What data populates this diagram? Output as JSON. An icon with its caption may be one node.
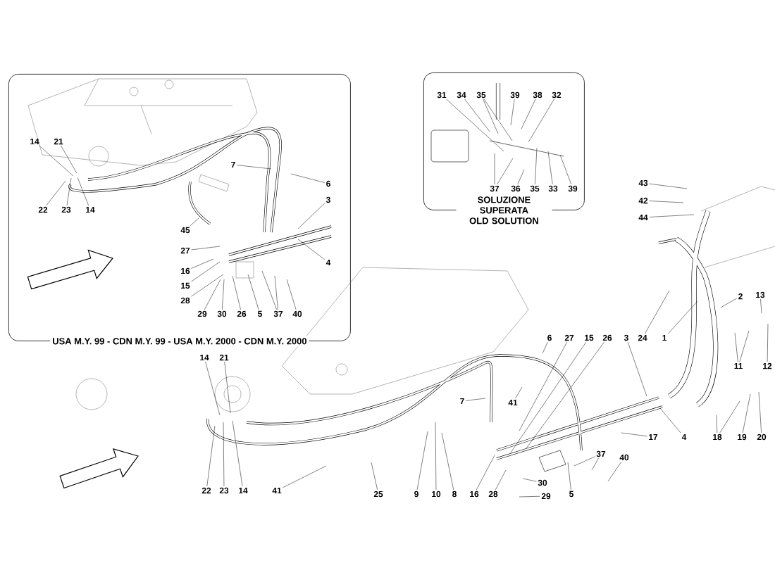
{
  "diagram": {
    "nodes": [
      {
        "text": [
          "USA M.Y. 99 - CDN M.Y. 99 - USA M.Y. 2000 - CDN M.Y. 2000"
        ]
      },
      {
        "text": [
          "14"
        ],
        "in": 0
      },
      {
        "text": [
          "21"
        ],
        "in": 0
      },
      {
        "text": [
          "22"
        ],
        "in": 0
      },
      {
        "text": [
          "23"
        ],
        "in": 0
      },
      {
        "text": [
          "14"
        ],
        "in": 0
      },
      {
        "text": [
          "7"
        ],
        "in": 0
      },
      {
        "text": [
          "6"
        ],
        "in": 0
      },
      {
        "text": [
          "3"
        ],
        "in": 0
      },
      {
        "text": [
          "4"
        ],
        "in": 0
      },
      {
        "text": [
          "45"
        ],
        "in": 0
      },
      {
        "text": [
          "27"
        ],
        "in": 0
      },
      {
        "text": [
          "16"
        ],
        "in": 0
      },
      {
        "text": [
          "15"
        ],
        "in": 0
      },
      {
        "text": [
          "28"
        ],
        "in": 0
      },
      {
        "text": [
          "29"
        ],
        "in": 0
      },
      {
        "text": [
          "30"
        ],
        "in": 0
      },
      {
        "text": [
          "26"
        ],
        "in": 0
      },
      {
        "text": [
          "5"
        ],
        "in": 0
      },
      {
        "text": [
          "37"
        ],
        "in": 0
      },
      {
        "text": [
          "40"
        ],
        "in": 0
      },
      {
        "text": [
          "SOLUZIONE SUPERATA OLD SOLUTION"
        ]
      },
      {
        "text": [
          "31"
        ],
        "in": 21
      },
      {
        "text": [
          "34"
        ],
        "in": 21
      },
      {
        "text": [
          "35"
        ],
        "in": 21
      },
      {
        "text": [
          "39"
        ],
        "in": 21
      },
      {
        "text": [
          "38"
        ],
        "in": 21
      },
      {
        "text": [
          "32"
        ],
        "in": 21
      },
      {
        "text": [
          "37"
        ],
        "in": 21
      },
      {
        "text": [
          "36"
        ],
        "in": 21
      },
      {
        "text": [
          "35"
        ],
        "in": 21
      },
      {
        "text": [
          "33"
        ],
        "in": 21
      },
      {
        "text": [
          "39"
        ],
        "in": 21
      },
      {
        "text": [
          "43"
        ]
      },
      {
        "text": [
          "42"
        ]
      },
      {
        "text": [
          "44"
        ]
      },
      {
        "text": [
          "24"
        ]
      },
      {
        "text": [
          "1"
        ]
      },
      {
        "text": [
          "2"
        ]
      },
      {
        "text": [
          "13"
        ]
      },
      {
        "text": [
          "11"
        ]
      },
      {
        "text": [
          "12"
        ]
      },
      {
        "text": [
          "6"
        ]
      },
      {
        "text": [
          "27"
        ]
      },
      {
        "text": [
          "15"
        ]
      },
      {
        "text": [
          "26"
        ]
      },
      {
        "text": [
          "3"
        ]
      },
      {
        "text": [
          "14"
        ]
      },
      {
        "text": [
          "21"
        ]
      },
      {
        "text": [
          "7"
        ]
      },
      {
        "text": [
          "41"
        ]
      },
      {
        "text": [
          "17"
        ]
      },
      {
        "text": [
          "4"
        ]
      },
      {
        "text": [
          "18"
        ]
      },
      {
        "text": [
          "19"
        ]
      },
      {
        "text": [
          "20"
        ]
      },
      {
        "text": [
          "37"
        ]
      },
      {
        "text": [
          "40"
        ]
      },
      {
        "text": [
          "30"
        ]
      },
      {
        "text": [
          "22"
        ]
      },
      {
        "text": [
          "23"
        ]
      },
      {
        "text": [
          "14"
        ]
      },
      {
        "text": [
          "41"
        ]
      },
      {
        "text": [
          "25"
        ]
      },
      {
        "text": [
          "9"
        ]
      },
      {
        "text": [
          "10"
        ]
      },
      {
        "text": [
          "8"
        ]
      },
      {
        "text": [
          "16"
        ]
      },
      {
        "text": [
          "28"
        ]
      },
      {
        "text": [
          "29"
        ]
      },
      {
        "text": [
          "5"
        ]
      }
    ],
    "edges": [
      {
        "from": 1,
        "to": null,
        "arrow": "none"
      },
      {
        "from": 2,
        "to": null,
        "arrow": "none"
      },
      {
        "from": 3,
        "to": null,
        "arrow": "none"
      },
      {
        "from": 4,
        "to": null,
        "arrow": "none"
      },
      {
        "from": 5,
        "to": null,
        "arrow": "none"
      },
      {
        "from": 6,
        "to": null,
        "arrow": "none"
      },
      {
        "from": 7,
        "to": null,
        "arrow": "none"
      },
      {
        "from": 8,
        "to": null,
        "arrow": "none"
      },
      {
        "from": 9,
        "to": null,
        "arrow": "none"
      },
      {
        "from": 10,
        "to": null,
        "arrow": "none"
      },
      {
        "from": 11,
        "to": null,
        "arrow": "none"
      },
      {
        "from": 12,
        "to": null,
        "arrow": "none"
      },
      {
        "from": 13,
        "to": null,
        "arrow": "none"
      },
      {
        "from": 14,
        "to": null,
        "arrow": "none"
      },
      {
        "from": 15,
        "to": null,
        "arrow": "none"
      },
      {
        "from": 16,
        "to": null,
        "arrow": "none"
      },
      {
        "from": 17,
        "to": null,
        "arrow": "none"
      },
      {
        "from": 18,
        "to": null,
        "arrow": "none"
      },
      {
        "from": 19,
        "to": null,
        "arrow": "none"
      },
      {
        "from": 19,
        "to": null,
        "arrow": "none"
      },
      {
        "from": 20,
        "to": null,
        "arrow": "none"
      },
      {
        "from": 22,
        "to": null,
        "arrow": "none"
      },
      {
        "from": 23,
        "to": null,
        "arrow": "none"
      },
      {
        "from": 24,
        "to": null,
        "arrow": "none"
      },
      {
        "from": 24,
        "to": null,
        "arrow": "none"
      },
      {
        "from": 25,
        "to": null,
        "arrow": "none"
      },
      {
        "from": 26,
        "to": null,
        "arrow": "none"
      },
      {
        "from": 27,
        "to": null,
        "arrow": "none"
      },
      {
        "from": 28,
        "to": null,
        "arrow": "none"
      },
      {
        "from": 28,
        "to": null,
        "arrow": "none"
      },
      {
        "from": 29,
        "to": null,
        "arrow": "none"
      },
      {
        "from": 30,
        "to": null,
        "arrow": "none"
      },
      {
        "from": 31,
        "to": null,
        "arrow": "none"
      },
      {
        "from": 32,
        "to": null,
        "arrow": "none"
      },
      {
        "from": 33,
        "to": null,
        "arrow": "none"
      },
      {
        "from": 34,
        "to": null,
        "arrow": "none"
      },
      {
        "from": 35,
        "to": null,
        "arrow": "none"
      },
      {
        "from": 36,
        "to": null,
        "arrow": "none"
      },
      {
        "from": 37,
        "to": null,
        "arrow": "none"
      },
      {
        "from": 38,
        "to": null,
        "arrow": "none"
      },
      {
        "from": 39,
        "to": null,
        "arrow": "none"
      },
      {
        "from": 40,
        "to": null,
        "arrow": "none"
      },
      {
        "from": 40,
        "to": null,
        "arrow": "none"
      },
      {
        "from": 41,
        "to": null,
        "arrow": "none"
      },
      {
        "from": 42,
        "to": null,
        "arrow": "none"
      },
      {
        "from": 43,
        "to": null,
        "arrow": "none"
      },
      {
        "from": 44,
        "to": null,
        "arrow": "none"
      },
      {
        "from": 45,
        "to": null,
        "arrow": "none"
      },
      {
        "from": 46,
        "to": null,
        "arrow": "none"
      },
      {
        "from": 47,
        "to": null,
        "arrow": "none"
      },
      {
        "from": 48,
        "to": null,
        "arrow": "none"
      },
      {
        "from": 49,
        "to": null,
        "arrow": "none"
      },
      {
        "from": 50,
        "to": null,
        "arrow": "none"
      },
      {
        "from": 51,
        "to": null,
        "arrow": "none"
      },
      {
        "from": 52,
        "to": null,
        "arrow": "none"
      },
      {
        "from": 53,
        "to": null,
        "arrow": "none"
      },
      {
        "from": 53,
        "to": null,
        "arrow": "none"
      },
      {
        "from": 54,
        "to": null,
        "arrow": "none"
      },
      {
        "from": 55,
        "to": null,
        "arrow": "none"
      },
      {
        "from": 56,
        "to": null,
        "arrow": "none"
      },
      {
        "from": 56,
        "to": null,
        "arrow": "none"
      },
      {
        "from": 57,
        "to": null,
        "arrow": "none"
      },
      {
        "from": 58,
        "to": null,
        "arrow": "none"
      },
      {
        "from": 59,
        "to": null,
        "arrow": "none"
      },
      {
        "from": 60,
        "to": null,
        "arrow": "none"
      },
      {
        "from": 61,
        "to": null,
        "arrow": "none"
      },
      {
        "from": 62,
        "to": null,
        "arrow": "none"
      },
      {
        "from": 63,
        "to": null,
        "arrow": "none"
      },
      {
        "from": 64,
        "to": null,
        "arrow": "none"
      },
      {
        "from": 65,
        "to": null,
        "arrow": "none"
      },
      {
        "from": 66,
        "to": null,
        "arrow": "none"
      },
      {
        "from": 67,
        "to": null,
        "arrow": "none"
      },
      {
        "from": 68,
        "to": null,
        "arrow": "none"
      },
      {
        "from": 69,
        "to": null,
        "arrow": "none"
      },
      {
        "from": 70,
        "to": null,
        "arrow": "none"
      }
    ]
  }
}
